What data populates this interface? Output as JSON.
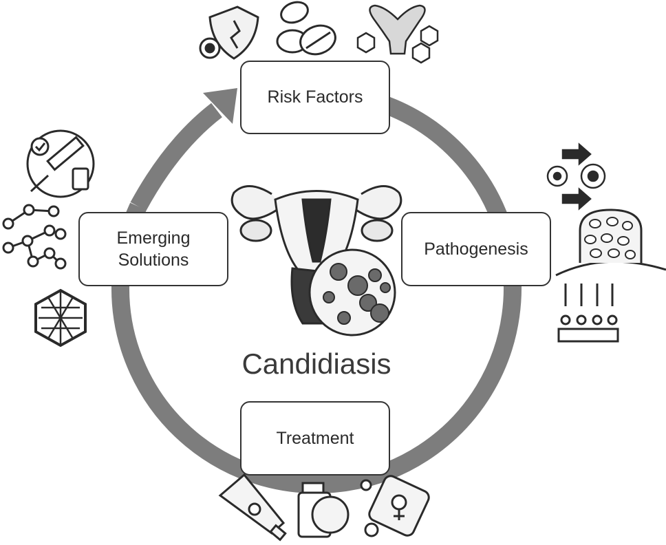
{
  "diagram": {
    "title": "Candidiasis",
    "stages": [
      {
        "id": "risk",
        "label": "Risk Factors"
      },
      {
        "id": "pathogenesis",
        "label": "Pathogenesis"
      },
      {
        "id": "treatment",
        "label": "Treatment"
      },
      {
        "id": "emerging",
        "label": "Emerging\nSolutions"
      }
    ],
    "cycle_direction": "clockwise",
    "icons": {
      "risk": [
        "broken-shield-virus-icon",
        "pills-icon",
        "uterus-hormone-molecule-icon"
      ],
      "pathogenesis": [
        "virus-transfer-arrows-icon",
        "biofilm-dome-icon",
        "adhesion-arrows-icon"
      ],
      "treatment": [
        "ointment-tube-icon",
        "medicine-bottle-icon",
        "feminine-soap-icon"
      ],
      "emerging": [
        "vaccine-syringe-icon",
        "network-nodes-icon",
        "nano-hexagon-icon"
      ]
    },
    "colors": {
      "cycle": "#7d7d7d",
      "outline": "#333333",
      "fungi": "#6a6a6a"
    }
  }
}
